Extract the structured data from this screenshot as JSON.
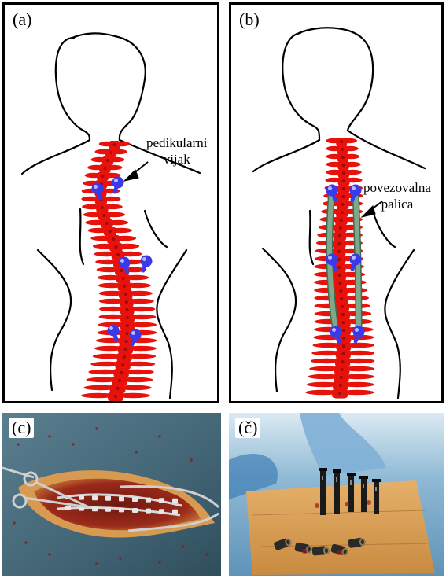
{
  "panels": {
    "a": {
      "label": "(a)",
      "annotation": [
        "pedikularni",
        "vijak"
      ]
    },
    "b": {
      "label": "(b)",
      "annotation": [
        "povezovalna",
        "palica"
      ]
    },
    "c": {
      "label": "(c)"
    },
    "cc": {
      "label": "(č)"
    }
  },
  "colors": {
    "vertebra": "#e8120c",
    "vertebra_dark": "#9c0b08",
    "screw": "#3a3ae8",
    "screw_highlight": "#b8b8ff",
    "rod": "#7ea88a",
    "rod_dark": "#3f6b50",
    "drape": "#b9d6e8",
    "drape_dark": "#7aa6c4",
    "tissue": "#a0301f",
    "skin_film": "#d9a25a"
  }
}
